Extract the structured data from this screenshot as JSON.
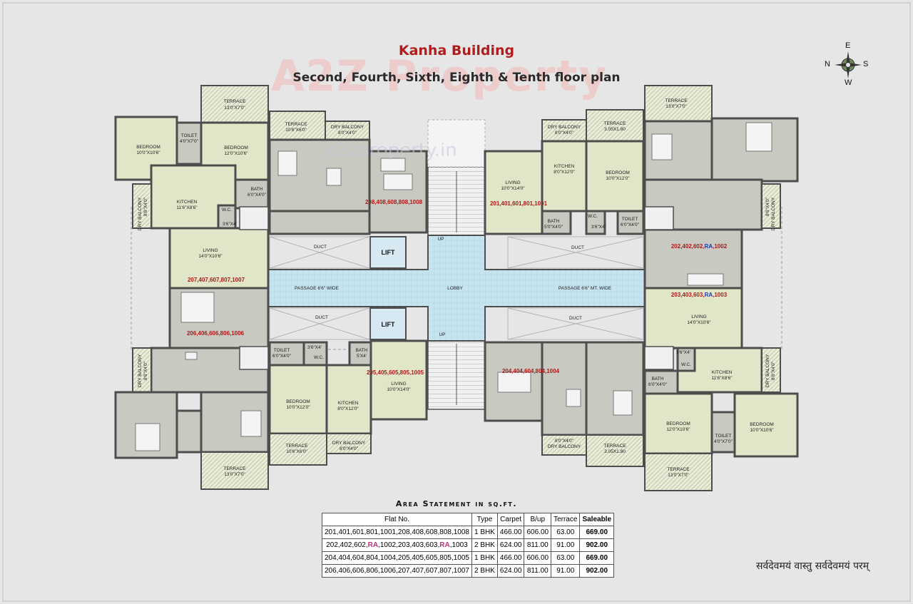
{
  "title": "Kanha Building",
  "subtitle": "Second, Fourth, Sixth, Eighth & Tenth floor plan",
  "watermark": "A2Z Property",
  "watermark_url": "a2zproperty.in",
  "compass": {
    "n": "N",
    "e": "E",
    "s": "S",
    "w": "W"
  },
  "colors": {
    "room": "#e2e6c8",
    "wet": "#c8c9c0",
    "lobby": "#bfe0ef",
    "wall": "#4d4d4d",
    "flat_no": "#b01818"
  },
  "core": {
    "lift1": "LIFT",
    "lift2": "LIFT",
    "lobby": "LOBBY",
    "passage_left": "PASSAGE 6'6\" WIDE",
    "passage_right": "PASSAGE 6'6\" MT. WIDE",
    "duct": "DUCT",
    "up": "UP"
  },
  "rooms": {
    "terrace": "TERRACE",
    "bedroom": "BEDROOM",
    "toilet": "TOILET",
    "kitchen": "KITCHEN",
    "living": "LIVING",
    "bath": "BATH",
    "wc": "W.C.",
    "dry_balcony": "DRY BALCONY"
  },
  "dims": {
    "t13x7": "13'0\"X7'0\"",
    "t10x6": "10'6\"X6'0\"",
    "t305": "3.05X1.80",
    "b10x10": "10'0\"X10'6\"",
    "b12x10": "12'0\"X10'6\"",
    "b10x12": "10'0\"X12'0\"",
    "toilet4x7": "4'0\"X7'0\"",
    "toilet6x4": "6'0\"X4'0\"",
    "k11x8": "11'6\"X8'6\"",
    "k8x12": "8'0\"X12'0\"",
    "l14x10": "14'0\"X10'6\"",
    "l10x14": "10'0\"X14'0\"",
    "bath6x4": "6'0\"X4'0\"",
    "bath5x4": "5'0\"X4'0\"",
    "bath5x4b": "5'X4'",
    "wc36": "3'6\"X4'",
    "db8x4": "8'0\"X4'0\"",
    "db86": "8'6\"X4'0\""
  },
  "flat_groups": {
    "g208": "208,408,608,808,1008",
    "g201": "201,401,601,801,1001",
    "g207": "207,407,607,807,1007",
    "g202a": "202,402,602,",
    "g202ra": "RA",
    "g202b": ",1002",
    "g206": "206,406,606,806,1006",
    "g203a": "203,403,603,",
    "g203ra": "RA",
    "g203b": ",1003",
    "g205": "205,405,605,805,1005",
    "g204": "204,404,604,804,1004"
  },
  "area_statement": {
    "title": "Area Statement in sq.ft.",
    "headers": [
      "Flat No.",
      "Type",
      "Carpet",
      "B/up",
      "Terrace",
      "Saleable"
    ],
    "rows": [
      {
        "flat": "201,401,601,801,1001,208,408,608,808,1008",
        "type": "1 BHK",
        "carpet": "466.00",
        "bup": "606.00",
        "terrace": "63.00",
        "saleable": "669.00"
      },
      {
        "flat_a": "202,402,602,",
        "ra1": "RA",
        "flat_b": ",1002,203,403,603,",
        "ra2": "RA",
        "flat_c": ",1003",
        "type": "2 BHK",
        "carpet": "624.00",
        "bup": "811.00",
        "terrace": "91.00",
        "saleable": "902.00"
      },
      {
        "flat": "204,404,604,804,1004,205,405,605,805,1005",
        "type": "1 BHK",
        "carpet": "466.00",
        "bup": "606.00",
        "terrace": "63.00",
        "saleable": "669.00"
      },
      {
        "flat": "206,406,606,806,1006,207,407,607,807,1007",
        "type": "2 BHK",
        "carpet": "624.00",
        "bup": "811.00",
        "terrace": "91.00",
        "saleable": "902.00"
      }
    ]
  },
  "motto": "सर्वदेवमयं वास्तु सर्वदेवमयं परम्"
}
